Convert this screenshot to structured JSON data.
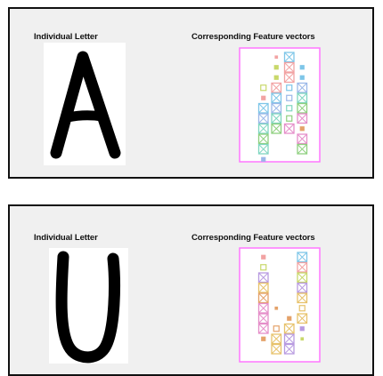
{
  "panels": [
    {
      "letter_label": "Individual Letter",
      "vector_label": "Corresponding Feature vectors",
      "letter_shape": "A",
      "vector_cells": [
        [
          " ",
          " ",
          ".",
          "X",
          " "
        ],
        [
          " ",
          " ",
          "s",
          "X",
          "s"
        ],
        [
          " ",
          " ",
          "s",
          "X",
          "s"
        ],
        [
          " ",
          "b",
          "X",
          "b",
          "X"
        ],
        [
          " ",
          "s",
          "X",
          "b",
          "X"
        ],
        [
          " ",
          "X",
          "X",
          "b",
          "X"
        ],
        [
          " ",
          "X",
          "X",
          "b",
          "X"
        ],
        [
          " ",
          "X",
          "X",
          "X",
          "s"
        ],
        [
          " ",
          "X",
          " ",
          " ",
          "X"
        ],
        [
          " ",
          "X",
          " ",
          " ",
          "X"
        ],
        [
          " ",
          "s",
          " ",
          " ",
          " "
        ]
      ]
    },
    {
      "letter_label": "Individual Letter",
      "vector_label": "Corresponding Feature vectors",
      "letter_shape": "U",
      "vector_cells": [
        [
          " ",
          "s",
          " ",
          " ",
          "X"
        ],
        [
          " ",
          "b",
          " ",
          " ",
          "X"
        ],
        [
          " ",
          "X",
          " ",
          " ",
          "X"
        ],
        [
          " ",
          "X",
          " ",
          " ",
          "X"
        ],
        [
          " ",
          "X",
          " ",
          " ",
          "X"
        ],
        [
          " ",
          "X",
          ".",
          " ",
          "b"
        ],
        [
          " ",
          "X",
          " ",
          "s",
          "X"
        ],
        [
          " ",
          "X",
          "b",
          "X",
          "s"
        ],
        [
          " ",
          "s",
          "X",
          "X",
          "."
        ],
        [
          " ",
          " ",
          "X",
          "X",
          " "
        ]
      ]
    }
  ],
  "colors": {
    "frame": "#ff77ff",
    "palette": [
      "#f2a3a3",
      "#e7c26b",
      "#8fd07f",
      "#7ec6e8",
      "#b89be0",
      "#e58fc9",
      "#9bb8e8",
      "#c8d86a",
      "#e4a26a",
      "#7fd6c0"
    ]
  }
}
